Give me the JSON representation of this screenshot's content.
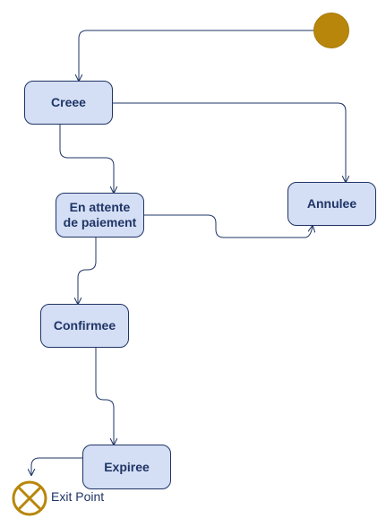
{
  "diagram": {
    "states": {
      "creee": "Creee",
      "en_attente_line1": "En attente",
      "en_attente_line2": "de paiement",
      "annulee": "Annulee",
      "confirmee": "Confirmee",
      "expiree": "Expiree"
    },
    "exit_point_label": "Exit Point"
  },
  "colors": {
    "state_fill": "#d4def4",
    "state_border": "#1f3566",
    "text": "#1f3566",
    "start_node": "#b8860b",
    "exit_point": "#b8860b",
    "edge": "#1f3566"
  },
  "icons": {
    "start": "initial-node-circle",
    "exit": "exit-point-crossed-circle"
  }
}
